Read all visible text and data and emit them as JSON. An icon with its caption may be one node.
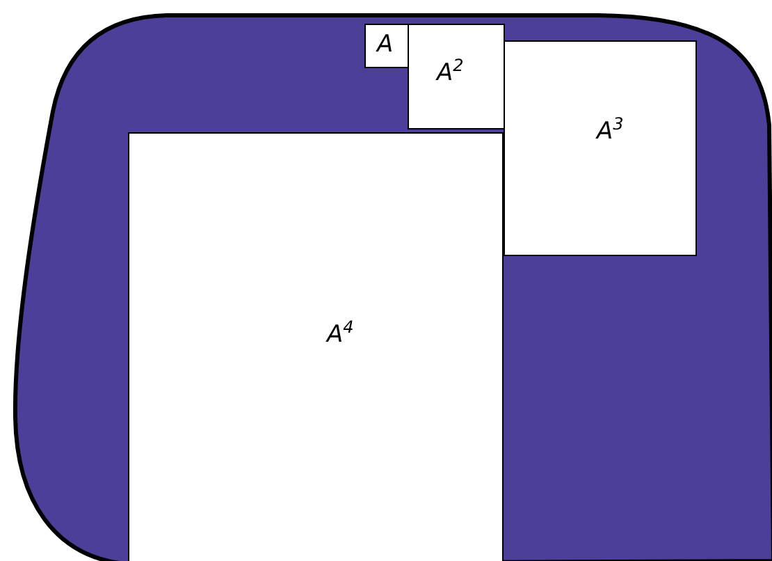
{
  "diagram": {
    "nodes": [
      {
        "text": [
          "A"
        ]
      },
      {
        "text": [
          "A$^{2}$"
        ]
      },
      {
        "text": [
          "A$^{3}$"
        ]
      },
      {
        "text": [
          "A$^{4}$"
        ]
      }
    ]
  }
}
